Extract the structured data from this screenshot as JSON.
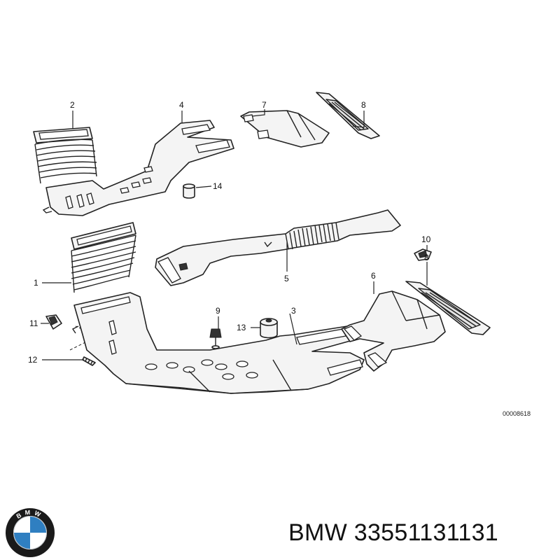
{
  "callouts": {
    "p1": "1",
    "p2": "2",
    "p3": "3",
    "p4": "4",
    "p5": "5",
    "p6": "6",
    "p7": "7",
    "p8a": "8",
    "p8b": "8",
    "p9": "9",
    "p10": "10",
    "p11": "11",
    "p12": "12",
    "p13": "13",
    "p14": "14"
  },
  "diagram_code": "00008618",
  "brand": {
    "name": "BMW",
    "part_number": "33551131131",
    "logo_letters": "BMW",
    "logo_colors": {
      "ring": "#1a1a1a",
      "blue": "#2f7fc1",
      "white": "#ffffff"
    }
  }
}
